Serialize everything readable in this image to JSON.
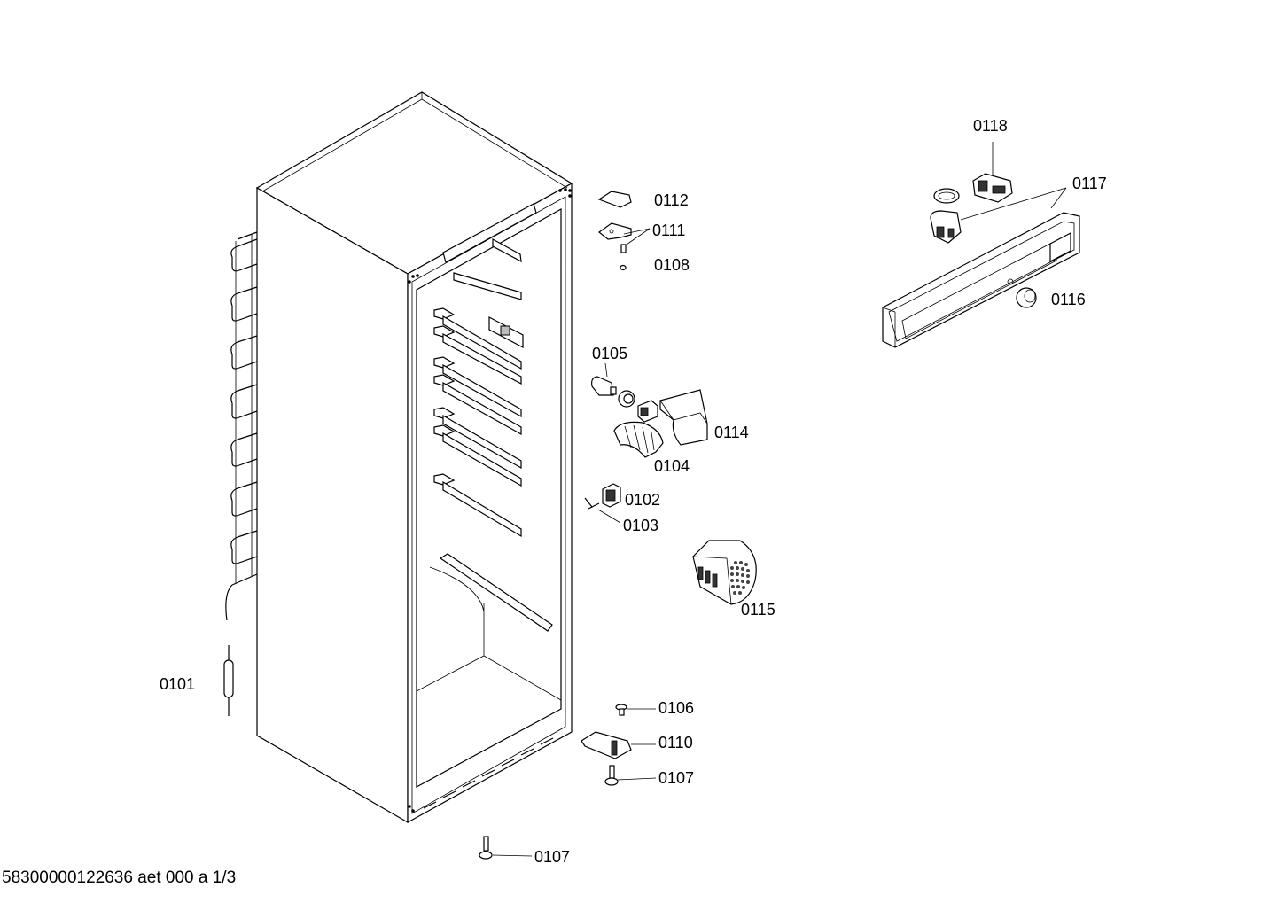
{
  "parts": {
    "p0101": "0101",
    "p0102": "0102",
    "p0103": "0103",
    "p0104": "0104",
    "p0105": "0105",
    "p0106": "0106",
    "p0107a": "0107",
    "p0107b": "0107",
    "p0108": "0108",
    "p0110": "0110",
    "p0111": "0111",
    "p0112": "0112",
    "p0114": "0114",
    "p0115": "0115",
    "p0116": "0116",
    "p0117": "0117",
    "p0118": "0118"
  },
  "footer": {
    "text": "58300000122636 aet 000 a 1/3"
  }
}
